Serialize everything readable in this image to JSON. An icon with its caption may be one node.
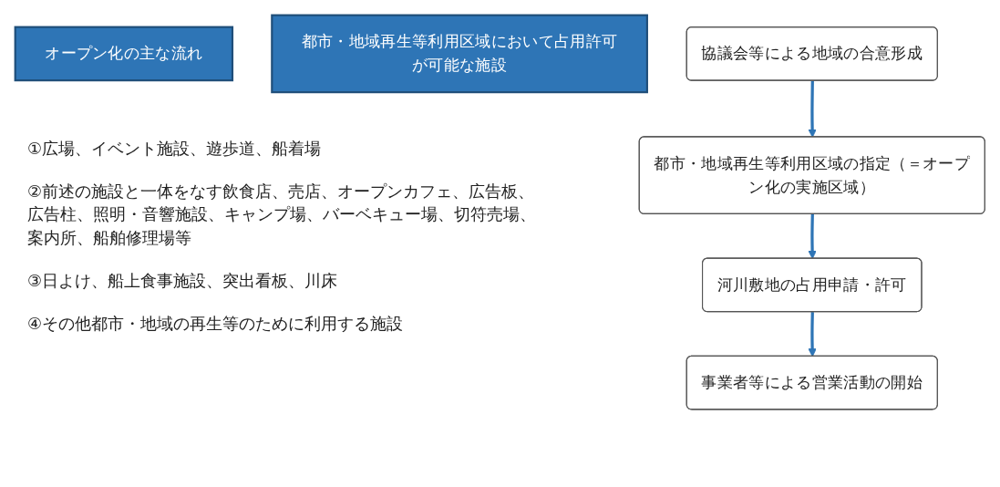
{
  "diagram": {
    "nodes": [
      {
        "text": [
          "オープン化の主な流れ"
        ]
      },
      {
        "text": [
          "都市・地域再生等利用区域において占用許可が可能な施設"
        ]
      },
      {
        "text": [
          "協議会等による地域の合意形成"
        ]
      },
      {
        "text": [
          "都市・地域再生等利用区域の指定（＝オープン化の実施区域）"
        ]
      },
      {
        "text": [
          "河川敷地の占用申請・許可"
        ]
      },
      {
        "text": [
          "事業者等による営業活動の開始"
        ]
      }
    ],
    "edges": [
      {
        "from": 2,
        "to": 3,
        "arrow": "to"
      },
      {
        "from": 3,
        "to": 4,
        "arrow": "to"
      },
      {
        "from": 4,
        "to": 5,
        "arrow": "to"
      }
    ],
    "labels": [
      "①広場、イベント施設、遊歩道、船着場",
      "②前述の施設と一体をなす飲食店、売店、オープンカフェ、広告板、広告柱、照明・音響施設、キャンプ場、バーベキュー場、切符売場、案内所、船舶修理場等",
      "③日よけ、船上食事施設、突出看板、川床",
      "④その他都市・地域の再生等のために利用する施設"
    ]
  }
}
